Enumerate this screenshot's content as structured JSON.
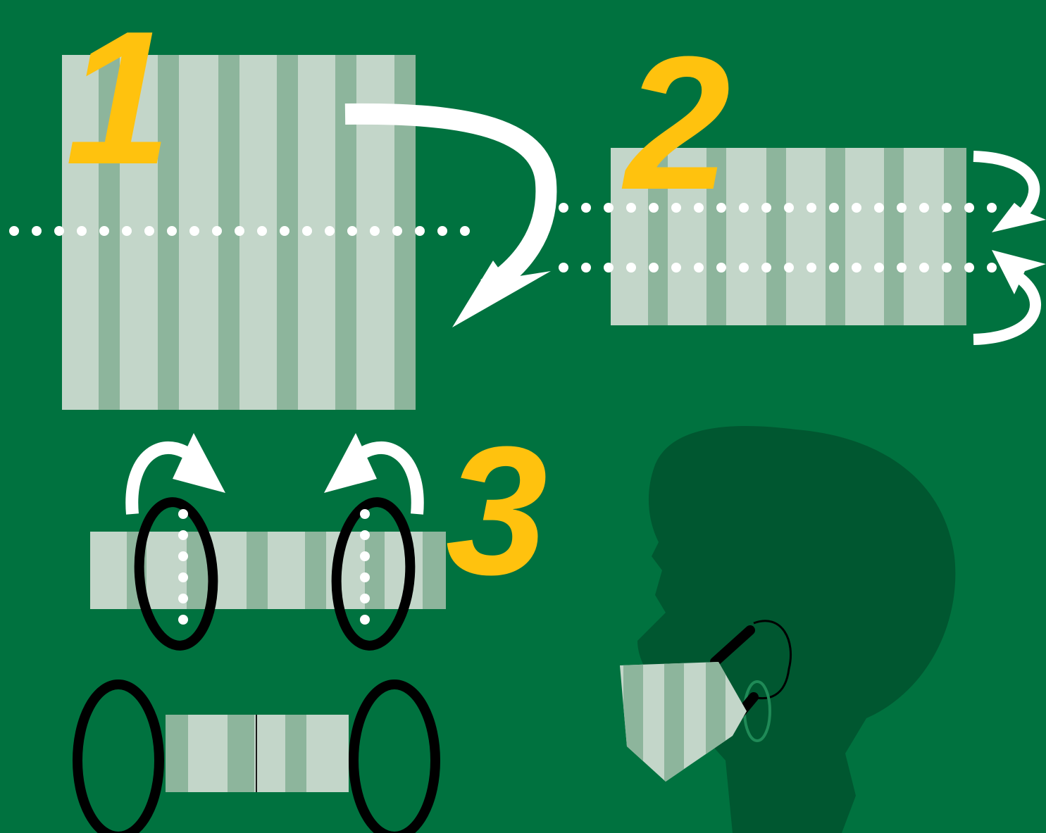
{
  "colors": {
    "background": "#00723f",
    "fabric_light": "#c3d6c9",
    "fabric_stripe": "#8db59c",
    "step_number": "#ffc20e",
    "arrow": "#ffffff",
    "fold_line": "#ffffff",
    "elastic": "#000000",
    "silhouette": "#005730"
  },
  "steps": [
    {
      "number": "1"
    },
    {
      "number": "2"
    },
    {
      "number": "3"
    }
  ],
  "icons": {
    "fold_arrow": "curved-arrow-icon",
    "fold_line": "dotted-line",
    "elastic_loop": "ellipse-loop",
    "finished_mask": "head-silhouette-with-mask"
  }
}
